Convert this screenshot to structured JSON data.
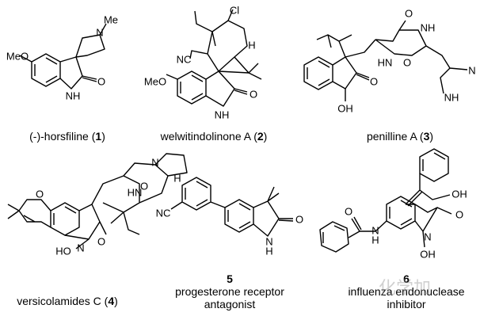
{
  "compounds": [
    {
      "name": "(-)-horsfiline",
      "number": "1",
      "atoms": {
        "me": "Me",
        "n": "N",
        "meo": "MeO",
        "nh": "NH",
        "o": "O"
      }
    },
    {
      "name": "welwitindolinone A",
      "number": "2",
      "atoms": {
        "cl": "Cl",
        "h": "H",
        "nc": "NC",
        "meo": "MeO",
        "nh": "NH",
        "o": "O"
      }
    },
    {
      "name": "penilline A",
      "number": "3",
      "atoms": {
        "o1": "O",
        "nh1": "NH",
        "n": "N",
        "hn": "HN",
        "o2": "O",
        "o3": "O",
        "oh": "OH",
        "n2": "N",
        "nh2": "NH"
      }
    },
    {
      "name": "versicolamides C",
      "number": "4",
      "atoms": {
        "o1": "O",
        "n1": "N",
        "o2": "O",
        "hn": "HN",
        "ho": "HO",
        "n2": "N",
        "o3": "O",
        "h": "H"
      }
    },
    {
      "number": "5",
      "line1": "progesterone receptor",
      "line2": "antagonist",
      "atoms": {
        "nc": "NC",
        "n": "N",
        "h": "H",
        "o": "O"
      }
    },
    {
      "number": "6",
      "line1": "influenza endonuclease",
      "line2": "inhibitor",
      "atoms": {
        "oh1": "OH",
        "o1": "O",
        "o2": "O",
        "n1": "N",
        "h": "H",
        "n2": "N",
        "oh2": "OH"
      }
    }
  ],
  "watermark": "化学加"
}
